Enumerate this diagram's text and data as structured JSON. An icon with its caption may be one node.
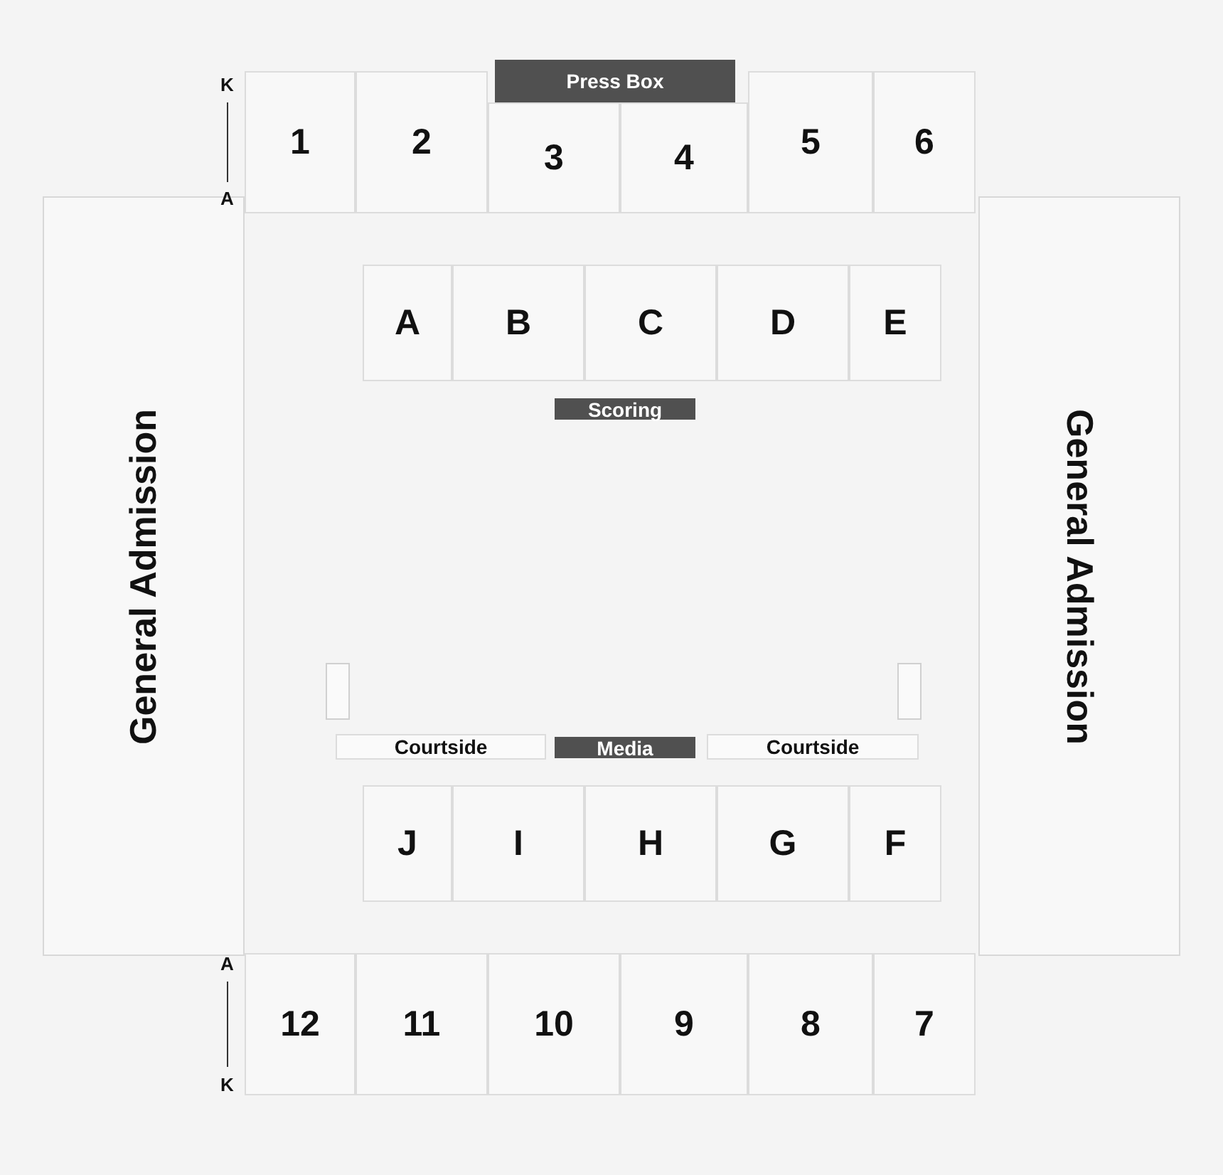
{
  "diagram": {
    "nodes": [
      {
        "text": [
          "Press Box"
        ]
      },
      {
        "text": [
          "1"
        ]
      },
      {
        "text": [
          "2"
        ]
      },
      {
        "text": [
          "3"
        ]
      },
      {
        "text": [
          "4"
        ]
      },
      {
        "text": [
          "5"
        ]
      },
      {
        "text": [
          "6"
        ]
      },
      {
        "text": [
          "General Admission"
        ]
      },
      {
        "text": [
          "A"
        ]
      },
      {
        "text": [
          "B"
        ]
      },
      {
        "text": [
          "C"
        ]
      },
      {
        "text": [
          "D"
        ]
      },
      {
        "text": [
          "E"
        ]
      },
      {
        "text": [
          "General Admission"
        ]
      },
      {
        "text": [
          "Scoring"
        ]
      },
      {
        "text": [],
        "shape": "box"
      },
      {
        "text": [],
        "shape": "box"
      },
      {
        "text": [
          "Courtside"
        ]
      },
      {
        "text": [
          "Media"
        ]
      },
      {
        "text": [
          "Courtside"
        ]
      },
      {
        "text": [
          "J"
        ]
      },
      {
        "text": [
          "I"
        ]
      },
      {
        "text": [
          "H"
        ]
      },
      {
        "text": [
          "G"
        ]
      },
      {
        "text": [
          "F"
        ]
      },
      {
        "text": [
          "12"
        ]
      },
      {
        "text": [
          "11"
        ]
      },
      {
        "text": [
          "10"
        ]
      },
      {
        "text": [
          "9"
        ]
      },
      {
        "text": [
          "8"
        ]
      },
      {
        "text": [
          "7"
        ]
      }
    ],
    "edges": [],
    "labels": [
      "K",
      "A",
      "A",
      "K"
    ]
  }
}
